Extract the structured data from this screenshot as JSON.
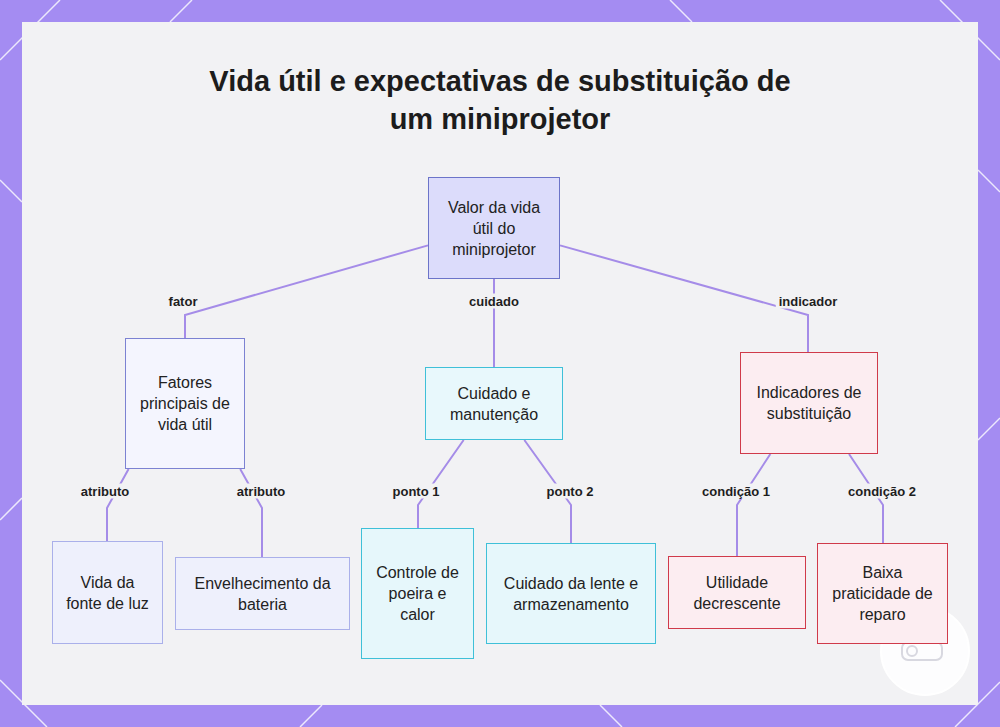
{
  "diagram": {
    "title": "Vida útil e expectativas de substituição de um miniprojetor",
    "nodes": [
      {
        "text": [
          "Valor da vida útil do miniprojetor"
        ]
      },
      {
        "text": [
          "Fatores principais de vida útil"
        ]
      },
      {
        "text": [
          "Cuidado e manutenção"
        ]
      },
      {
        "text": [
          "Indicadores de substituição"
        ]
      },
      {
        "text": [
          "Vida da fonte de luz"
        ]
      },
      {
        "text": [
          "Envelhecimento da bateria"
        ]
      },
      {
        "text": [
          "Controle de poeira e calor"
        ]
      },
      {
        "text": [
          "Cuidado da lente e armazenamento"
        ]
      },
      {
        "text": [
          "Utilidade decrescente"
        ]
      },
      {
        "text": [
          "Baixa praticidade de reparo"
        ]
      }
    ],
    "edges": [
      {
        "from": 0,
        "to": 1,
        "label": "fator",
        "arrow": "none"
      },
      {
        "from": 0,
        "to": 2,
        "label": "cuidado",
        "arrow": "none"
      },
      {
        "from": 0,
        "to": 3,
        "label": "indicador",
        "arrow": "none"
      },
      {
        "from": 1,
        "to": 4,
        "label": "atributo",
        "arrow": "none"
      },
      {
        "from": 1,
        "to": 5,
        "label": "atributo",
        "arrow": "none"
      },
      {
        "from": 2,
        "to": 6,
        "label": "ponto 1",
        "arrow": "none"
      },
      {
        "from": 2,
        "to": 7,
        "label": "ponto 2",
        "arrow": "none"
      },
      {
        "from": 3,
        "to": 8,
        "label": "condição 1",
        "arrow": "none"
      },
      {
        "from": 3,
        "to": 9,
        "label": "condição 2",
        "arrow": "none"
      }
    ]
  }
}
